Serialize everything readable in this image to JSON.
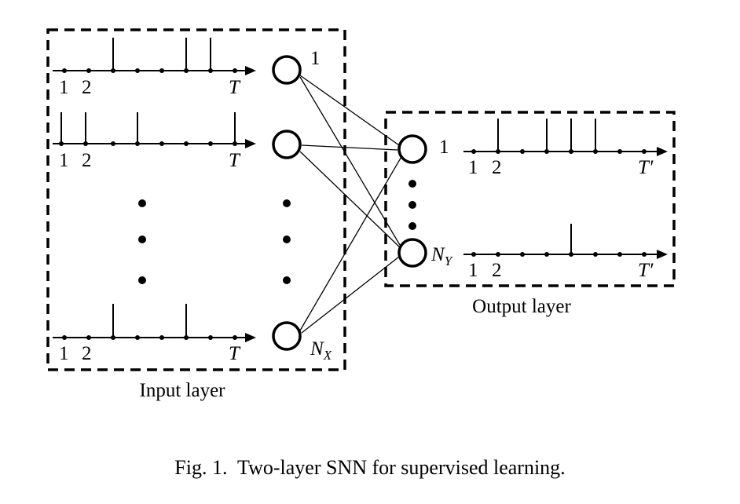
{
  "figure": {
    "caption": "Fig. 1.  Two-layer SNN for supervised learning.",
    "input_layer_label": "Input layer",
    "output_layer_label": "Output layer",
    "input_node_labels": {
      "first": "1",
      "last_main": "N",
      "last_sub": "X"
    },
    "output_node_labels": {
      "first": "1",
      "last_main": "N",
      "last_sub": "Y"
    },
    "input_axis_ticks": {
      "t1": "1",
      "t2": "2",
      "end": "T"
    },
    "output_axis_ticks": {
      "t1": "1",
      "t2": "2",
      "end": "T′"
    }
  }
}
